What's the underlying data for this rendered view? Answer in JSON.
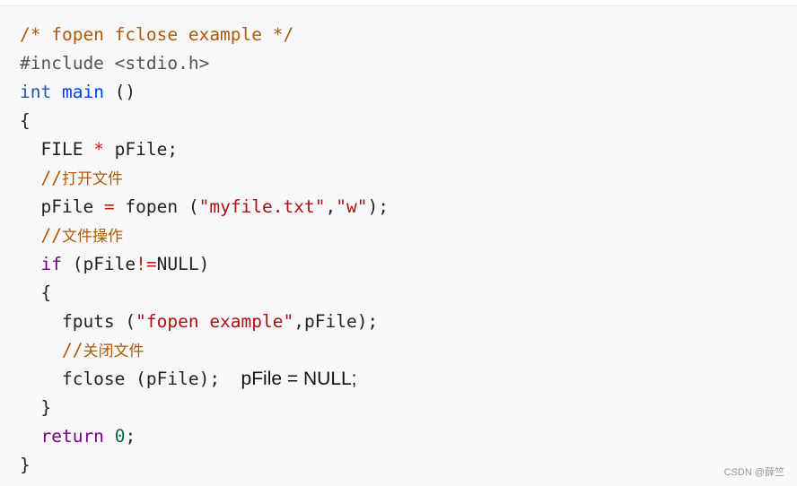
{
  "code": {
    "lines": [
      {
        "segments": [
          {
            "text": "/* fopen fclose example */",
            "role": "comment"
          }
        ]
      },
      {
        "segments": [
          {
            "text": "#include <stdio.h>",
            "role": "preprocessor"
          }
        ]
      },
      {
        "segments": [
          {
            "text": "int",
            "role": "type"
          },
          {
            "text": " ",
            "role": "plain"
          },
          {
            "text": "main",
            "role": "function"
          },
          {
            "text": " ()",
            "role": "plain"
          }
        ]
      },
      {
        "segments": [
          {
            "text": "{",
            "role": "plain"
          }
        ]
      },
      {
        "segments": [
          {
            "text": "  FILE ",
            "role": "plain"
          },
          {
            "text": "*",
            "role": "operator"
          },
          {
            "text": " pFile;",
            "role": "plain"
          }
        ]
      },
      {
        "segments": [
          {
            "text": "  //",
            "role": "comment"
          },
          {
            "text": "打开文件",
            "role": "comment-cjk"
          }
        ]
      },
      {
        "segments": [
          {
            "text": "  pFile ",
            "role": "plain"
          },
          {
            "text": "=",
            "role": "operator"
          },
          {
            "text": " fopen (",
            "role": "plain"
          },
          {
            "text": "\"myfile.txt\"",
            "role": "string"
          },
          {
            "text": ",",
            "role": "plain"
          },
          {
            "text": "\"w\"",
            "role": "string"
          },
          {
            "text": ");",
            "role": "plain"
          }
        ]
      },
      {
        "segments": [
          {
            "text": "  //",
            "role": "comment"
          },
          {
            "text": "文件操作",
            "role": "comment-cjk"
          }
        ]
      },
      {
        "segments": [
          {
            "text": "  ",
            "role": "plain"
          },
          {
            "text": "if",
            "role": "keyword"
          },
          {
            "text": " (pFile",
            "role": "plain"
          },
          {
            "text": "!=",
            "role": "operator"
          },
          {
            "text": "NULL)",
            "role": "plain"
          }
        ]
      },
      {
        "segments": [
          {
            "text": "  {",
            "role": "plain"
          }
        ]
      },
      {
        "segments": [
          {
            "text": "    fputs (",
            "role": "plain"
          },
          {
            "text": "\"fopen example\"",
            "role": "string"
          },
          {
            "text": ",pFile);",
            "role": "plain"
          }
        ]
      },
      {
        "segments": [
          {
            "text": "    //",
            "role": "comment"
          },
          {
            "text": "关闭文件",
            "role": "comment-cjk"
          }
        ]
      },
      {
        "segments": [
          {
            "text": "    fclose (pFile);  ",
            "role": "plain"
          },
          {
            "text": "pFile = NULL;",
            "role": "overlay"
          }
        ]
      },
      {
        "segments": [
          {
            "text": "  }",
            "role": "plain"
          }
        ]
      },
      {
        "segments": [
          {
            "text": "  ",
            "role": "plain"
          },
          {
            "text": "return",
            "role": "keyword"
          },
          {
            "text": " ",
            "role": "plain"
          },
          {
            "text": "0",
            "role": "number"
          },
          {
            "text": ";",
            "role": "plain"
          }
        ]
      },
      {
        "segments": [
          {
            "text": "}",
            "role": "plain"
          }
        ]
      }
    ]
  },
  "watermark": "CSDN @薛竺",
  "colors": {
    "background": "#f8f8fa",
    "comment": "#b05a05",
    "keyword": "#770088",
    "type": "#1d59b0",
    "function": "#0044dd",
    "string": "#aa1111",
    "operator": "#c41a16",
    "number": "#116644"
  }
}
